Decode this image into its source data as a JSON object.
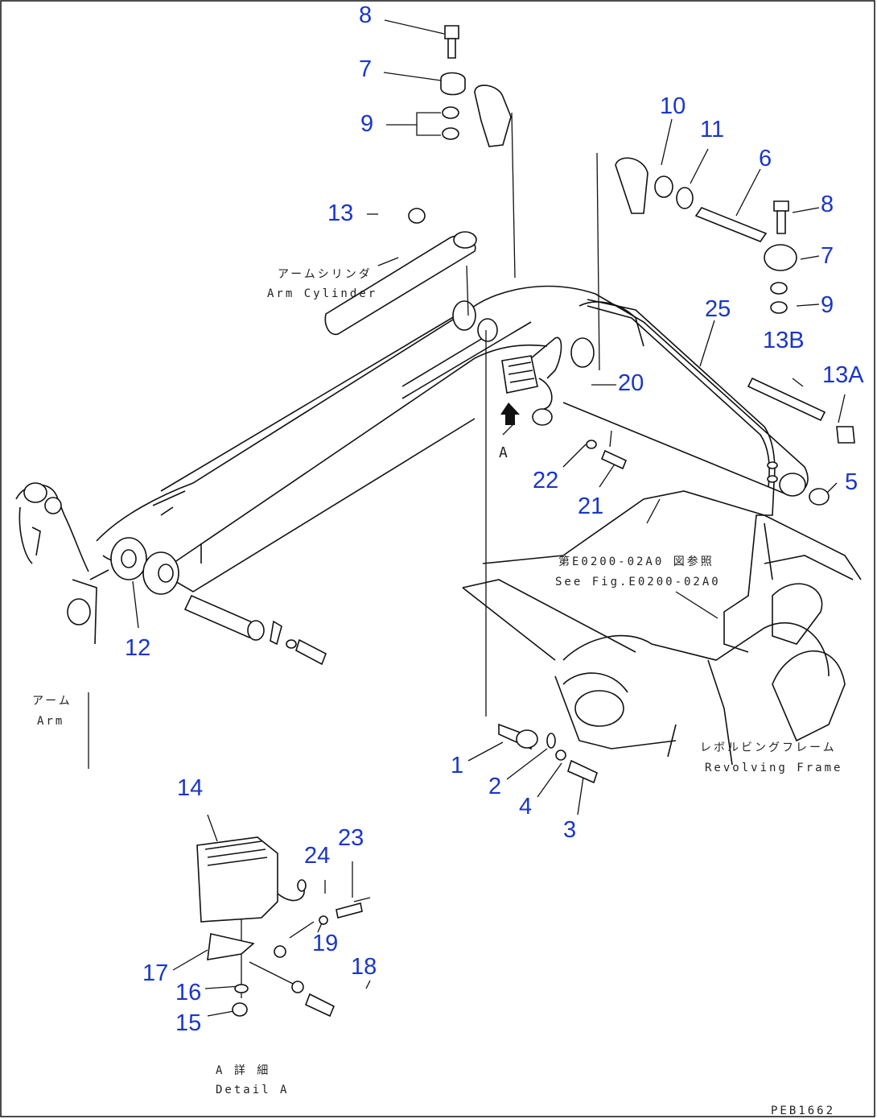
{
  "callouts": {
    "c1": "1",
    "c2": "2",
    "c3": "3",
    "c4": "4",
    "c5": "5",
    "c6": "6",
    "c7a": "7",
    "c7b": "7",
    "c8a": "8",
    "c8b": "8",
    "c9a": "9",
    "c9b": "9",
    "c10": "10",
    "c11": "11",
    "c12": "12",
    "c13": "13",
    "c13a": "13A",
    "c13b": "13B",
    "c14": "14",
    "c15": "15",
    "c16": "16",
    "c17": "17",
    "c18": "18",
    "c19": "19",
    "c20": "20",
    "c21": "21",
    "c22": "22",
    "c23": "23",
    "c24": "24",
    "c25": "25"
  },
  "labels": {
    "arm_cylinder_jp": "アームシリンダ",
    "arm_cylinder_en": "Arm Cylinder",
    "arm_jp": "アーム",
    "arm_en": "Arm",
    "see_fig_jp": "第E0200-02A0 図参照",
    "see_fig_en": "See Fig.E0200-02A0",
    "revolving_frame_jp": "レボルビングフレーム",
    "revolving_frame_en": "Revolving Frame",
    "detail_mark": "A",
    "detail_jp": "A 詳 細",
    "detail_en": "Detail A",
    "drawing_number": "PEB1662"
  },
  "colors": {
    "callout": "#1a36c8",
    "line": "#111111",
    "background": "#ffffff"
  }
}
